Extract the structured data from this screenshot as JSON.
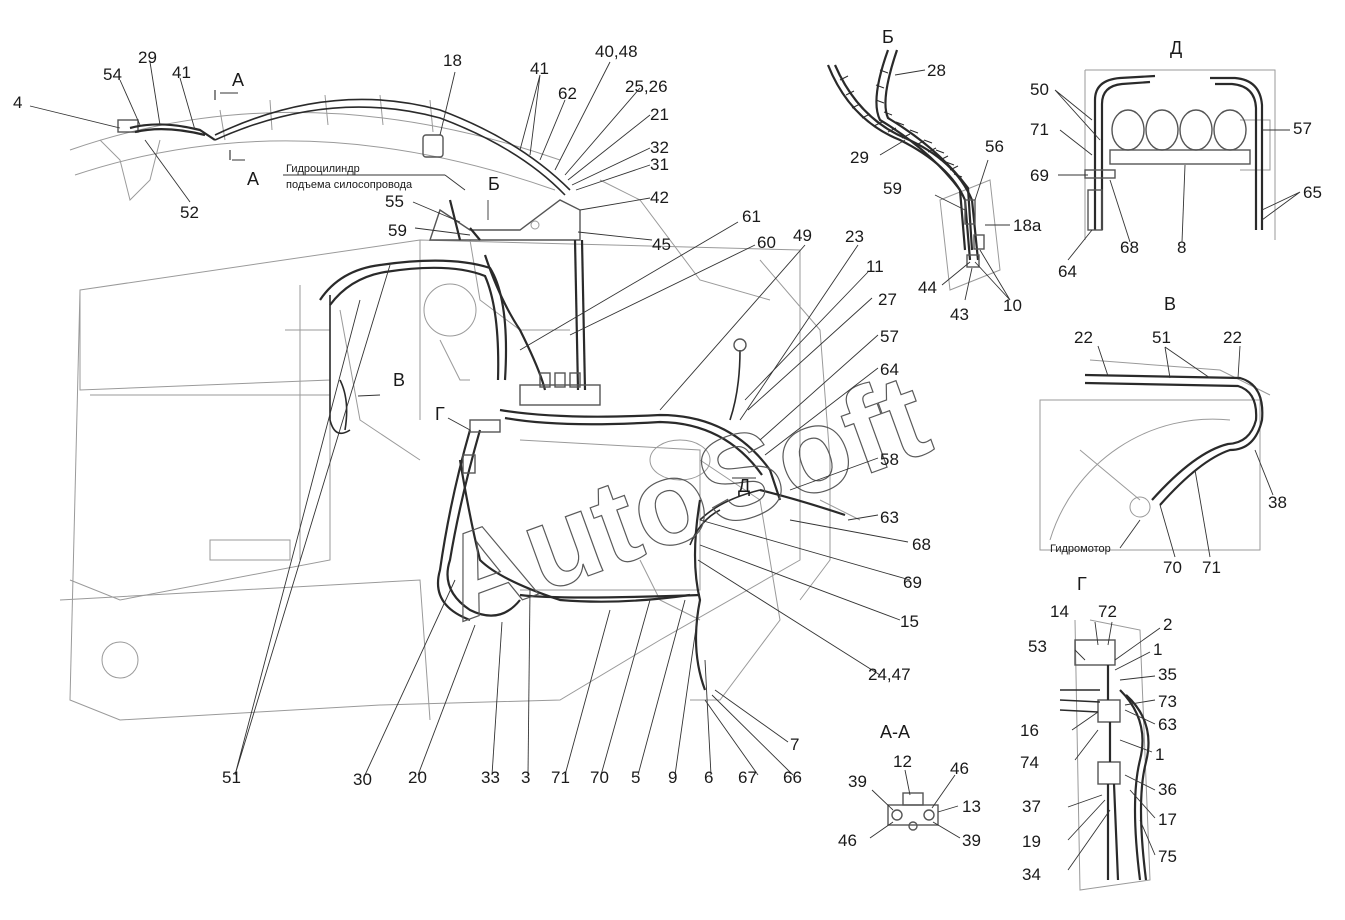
{
  "watermark": "AutoSoft",
  "notes": {
    "cylinder_line1": "Гидроцилиндр",
    "cylinder_line2": "подъема силосопровода",
    "motor": "Гидромотор"
  },
  "views": {
    "A_top": "А",
    "A_bottom": "А",
    "B": "Б",
    "V": "В",
    "G": "Г",
    "D": "Д",
    "V_title": "В",
    "G_title": "Г",
    "D_title": "Д",
    "AA_title": "А-А",
    "B_detail": "Б",
    "V_main": "В",
    "G_main": "Г",
    "D_main": "Д"
  },
  "labels": {
    "l4": "4",
    "l54": "54",
    "l29a": "29",
    "l41a": "41",
    "l52": "52",
    "l18": "18",
    "l41b": "41",
    "l62": "62",
    "l4048": "40,48",
    "l2526": "25,26",
    "l21": "21",
    "l32": "32",
    "l31": "31",
    "l42": "42",
    "l55": "55",
    "l59a": "59",
    "l45": "45",
    "l61": "61",
    "l60": "60",
    "l49": "49",
    "l23": "23",
    "l11": "11",
    "l27": "27",
    "l57a": "57",
    "l64a": "64",
    "l58": "58",
    "l63a": "63",
    "l68a": "68",
    "l69a": "69",
    "l15": "15",
    "l2447": "24,47",
    "l7": "7",
    "l66": "66",
    "l67": "67",
    "l6": "6",
    "l9": "9",
    "l5": "5",
    "l70a": "70",
    "l71a": "71",
    "l3": "3",
    "l33": "33",
    "l20": "20",
    "l30": "30",
    "l51a": "51",
    "l28": "28",
    "l29b": "29",
    "l56": "56",
    "l59b": "59",
    "l18a": "18а",
    "l44": "44",
    "l43": "43",
    "l10": "10",
    "l50": "50",
    "l71b": "71",
    "l69b": "69",
    "l64b": "64",
    "l68b": "68",
    "l8": "8",
    "l57b": "57",
    "l65": "65",
    "l22a": "22",
    "l51b": "51",
    "l22b": "22",
    "l38": "38",
    "l70b": "70",
    "l71c": "71",
    "l14": "14",
    "l72": "72",
    "l2": "2",
    "l53": "53",
    "l1a": "1",
    "l35": "35",
    "l73": "73",
    "l16": "16",
    "l63b": "63",
    "l74": "74",
    "l1b": "1",
    "l36": "36",
    "l37": "37",
    "l17": "17",
    "l19": "19",
    "l34": "34",
    "l75": "75",
    "l39a": "39",
    "l12": "12",
    "l46a": "46",
    "l13": "13",
    "l46b": "46",
    "l39b": "39"
  }
}
